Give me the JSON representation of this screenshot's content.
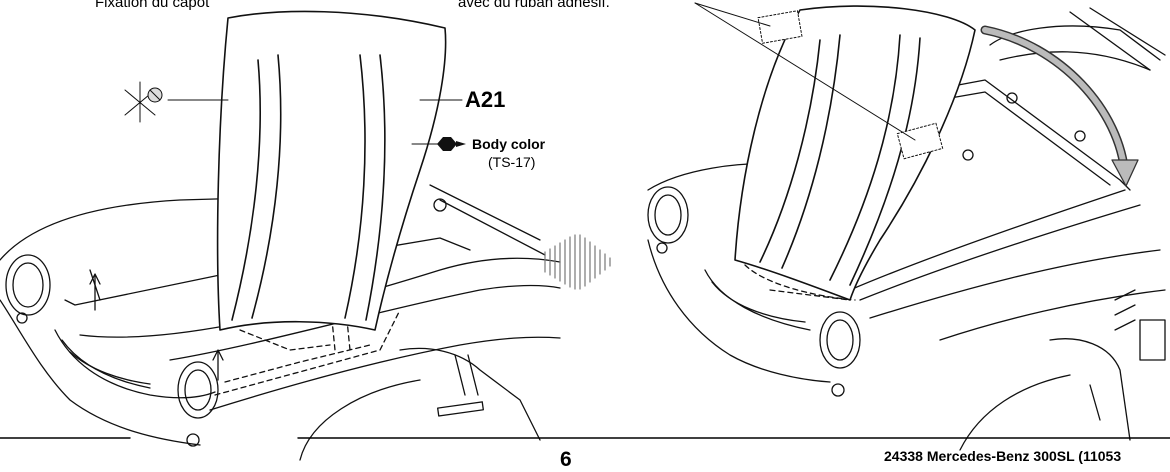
{
  "step": {
    "caption_left": "Fixation du capot",
    "caption_right": "avec du ruban adhésif."
  },
  "part": {
    "number": "A21",
    "paint_label": "Body color",
    "paint_code": "(TS-17)",
    "paint_icon": "hexagon-paint-icon",
    "cement_icon": "cement-tube-icon"
  },
  "footer": {
    "page_number": "6",
    "title": "24338  Mercedes-Benz 300SL (11053"
  }
}
